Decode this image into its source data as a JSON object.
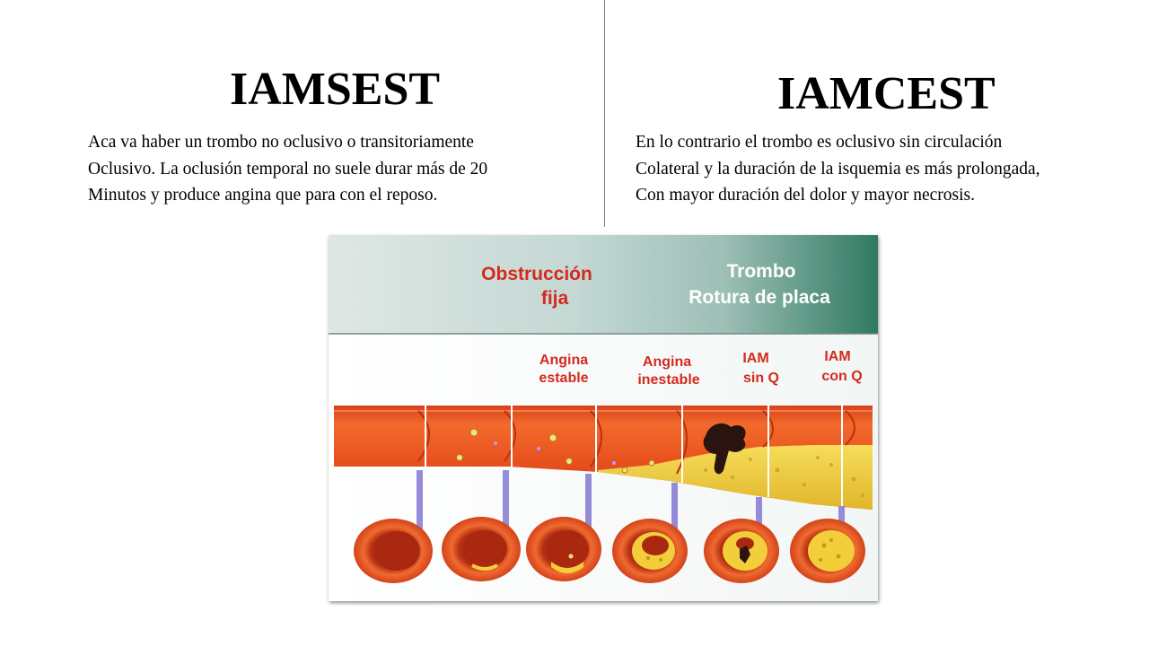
{
  "left": {
    "title": "IAMSEST",
    "lines": [
      "Aca va haber un trombo no oclusivo o transitoriamente",
      "Oclusivo. La oclusión temporal no suele durar más de 20",
      "Minutos y produce angina que para con el reposo."
    ]
  },
  "right": {
    "title": "IAMCEST",
    "lines": [
      "En lo contrario el trombo es oclusivo sin circulación",
      "Colateral y la duración de la isquemia es más prolongada,",
      "Con mayor duración del dolor y mayor necrosis."
    ]
  },
  "figure": {
    "banner_left": [
      "Obstrucción",
      "fija"
    ],
    "banner_right": [
      "Trombo",
      "Rotura de placa"
    ],
    "stages": [
      {
        "line1": "Angina",
        "line2": "estable"
      },
      {
        "line1": "Angina",
        "line2": "inestable"
      },
      {
        "line1": "IAM",
        "line2": "sin Q"
      },
      {
        "line1": "IAM",
        "line2": "con Q"
      }
    ],
    "colors": {
      "label_red": "#d42a1e",
      "banner_text": "#ffffff",
      "artery_outer": "#e8501e",
      "artery_inner": "#c9361a",
      "plaque": "#f2cf3a",
      "connector": "#8a7fd6"
    }
  }
}
